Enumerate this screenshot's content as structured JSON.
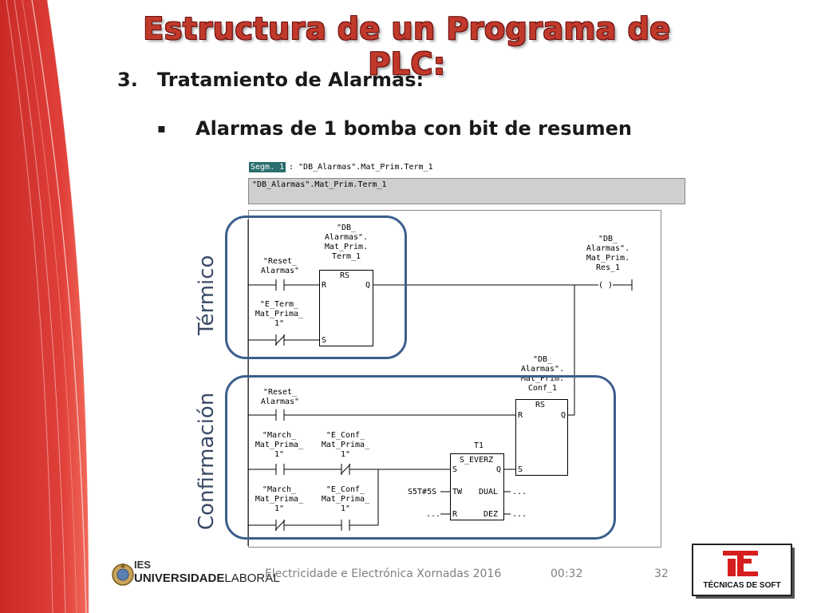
{
  "slide": {
    "title": "Estructura de un Programa de PLC:",
    "section_number": "3.",
    "section_title": "Tratamiento de Alarmas:",
    "bullet_symbol": "▪",
    "bullet_text": "Alarmas de 1 bomba con bit de resumen"
  },
  "diagram": {
    "segment_tag": "Segm. 1",
    "segment_title": ": \"DB_Alarmas\".Mat_Prim.Term_1",
    "segment_comment": "\"DB_Alarmas\".Mat_Prim.Term_1",
    "group_termico": "Térmico",
    "group_confirmacion": "Confirmación",
    "termico": {
      "rs_name": "\"DB_\nAlarmas\".\nMat_Prim.\nTerm_1",
      "rs_type": "RS",
      "rs_r": "R",
      "rs_s": "S",
      "rs_q": "Q",
      "reset_contact": "\"Reset_\nAlarmas\"",
      "term_contact": "\"E_Term_\nMat_Prima_\n1\"",
      "coil_name": "\"DB_\nAlarmas\".\nMat_Prim.\nRes_1",
      "coil_symbol": "( )"
    },
    "confirmacion": {
      "rs_name": "\"DB_\nAlarmas\".\nMat_Prim.\nConf_1",
      "rs_type": "RS",
      "rs_r": "R",
      "rs_s": "S",
      "rs_q": "Q",
      "reset_contact": "\"Reset_\nAlarmas\"",
      "march_contact_1": "\"March_\nMat_Prima_\n1\"",
      "conf_contact_1": "\"E_Conf_\nMat_Prima_\n1\"",
      "march_contact_2": "\"March_\nMat_Prima_\n1\"",
      "conf_contact_2": "\"E_Conf_\nMat_Prima_\n1\"",
      "timer_name": "T1",
      "timer_type": "S_EVERZ",
      "timer_s": "S",
      "timer_q": "Q",
      "timer_tw": "TW",
      "timer_dual": "DUAL",
      "timer_r": "R",
      "timer_dez": "DEZ",
      "tw_value": "S5T#5S",
      "r_value": "...",
      "dual_value": "...",
      "dez_value": "..."
    }
  },
  "footer": {
    "event": "Electricidade e Electrónica Xornadas 2016",
    "time": "00:32",
    "page": "32",
    "logo_left_line1": "IES",
    "logo_left_line2": "UNIVERSIDADE",
    "logo_left_line3": "LABORAL",
    "logo_right_text": "TÉCNICAS DE SOFT"
  },
  "colors": {
    "title": "#c0392b",
    "left_band": "#d8322e",
    "group_border": "#3b5f8c",
    "segment_tag": "#2c6e6e"
  }
}
